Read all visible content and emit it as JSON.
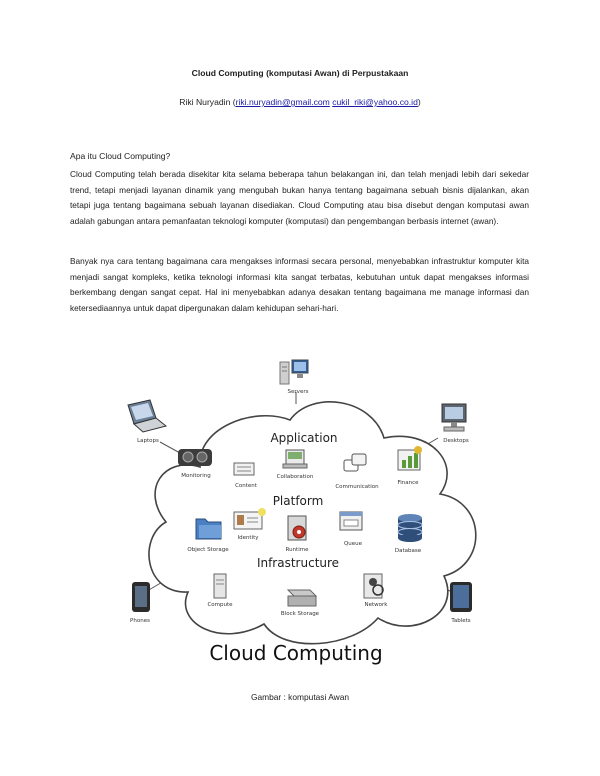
{
  "document": {
    "title": "Cloud Computing (komputasi Awan) di Perpustakaan",
    "author_name": "Riki Nuryadin",
    "email_1": "riki.nuryadin@gmail.com",
    "email_2": "cukil_riki@yahoo.co.id",
    "question": "Apa itu Cloud Computing?",
    "paragraph_1": "Cloud Computing telah berada disekitar kita selama beberapa tahun belakangan ini, dan telah menjadi lebih dari sekedar trend, tetapi menjadi layanan dinamik yang mengubah bukan hanya tentang bagaimana sebuah bisnis dijalankan, akan tetapi juga tentang bagaimana sebuah layanan disediakan. Cloud Computing atau bisa disebut dengan komputasi awan adalah gabungan antara pemanfaatan teknologi komputer (komputasi) dan pengembangan berbasis internet (awan).",
    "paragraph_2": "Banyak nya cara tentang bagaimana cara mengakses informasi secara personal, menyebabkan infrastruktur komputer kita menjadi sangat kompleks, ketika teknologi informasi kita sangat terbatas, kebutuhan untuk dapat mengakses informasi berkembang dengan sangat cepat. Hal ini menyebabkan adanya desakan tentang bagaimana me manage informasi dan ketersediaannya untuk dapat dipergunakan dalam kehidupan sehari-hari.",
    "caption": "Gambar : komputasi Awan"
  },
  "diagram": {
    "big_title": "Cloud Computing",
    "sections": {
      "application": "Application",
      "platform": "Platform",
      "infrastructure": "Infrastructure"
    },
    "outside": {
      "servers": "Servers",
      "laptops": "Laptops",
      "desktops": "Desktops",
      "phones": "Phones",
      "tablets": "Tablets"
    },
    "app_items": {
      "monitoring": "Monitoring",
      "content": "Content",
      "collaboration": "Collaboration",
      "communication": "Communication",
      "finance": "Finance"
    },
    "platform_items": {
      "object_storage": "Object Storage",
      "identity": "Identity",
      "runtime": "Runtime",
      "queue": "Queue",
      "database": "Database"
    },
    "infra_items": {
      "compute": "Compute",
      "block_storage": "Block Storage",
      "network": "Network"
    },
    "colors": {
      "cloud_fill": "#ffffff",
      "cloud_stroke": "#444444",
      "connector": "#555555",
      "folder": "#4a7fc1",
      "database": "#2f4f7a"
    }
  }
}
